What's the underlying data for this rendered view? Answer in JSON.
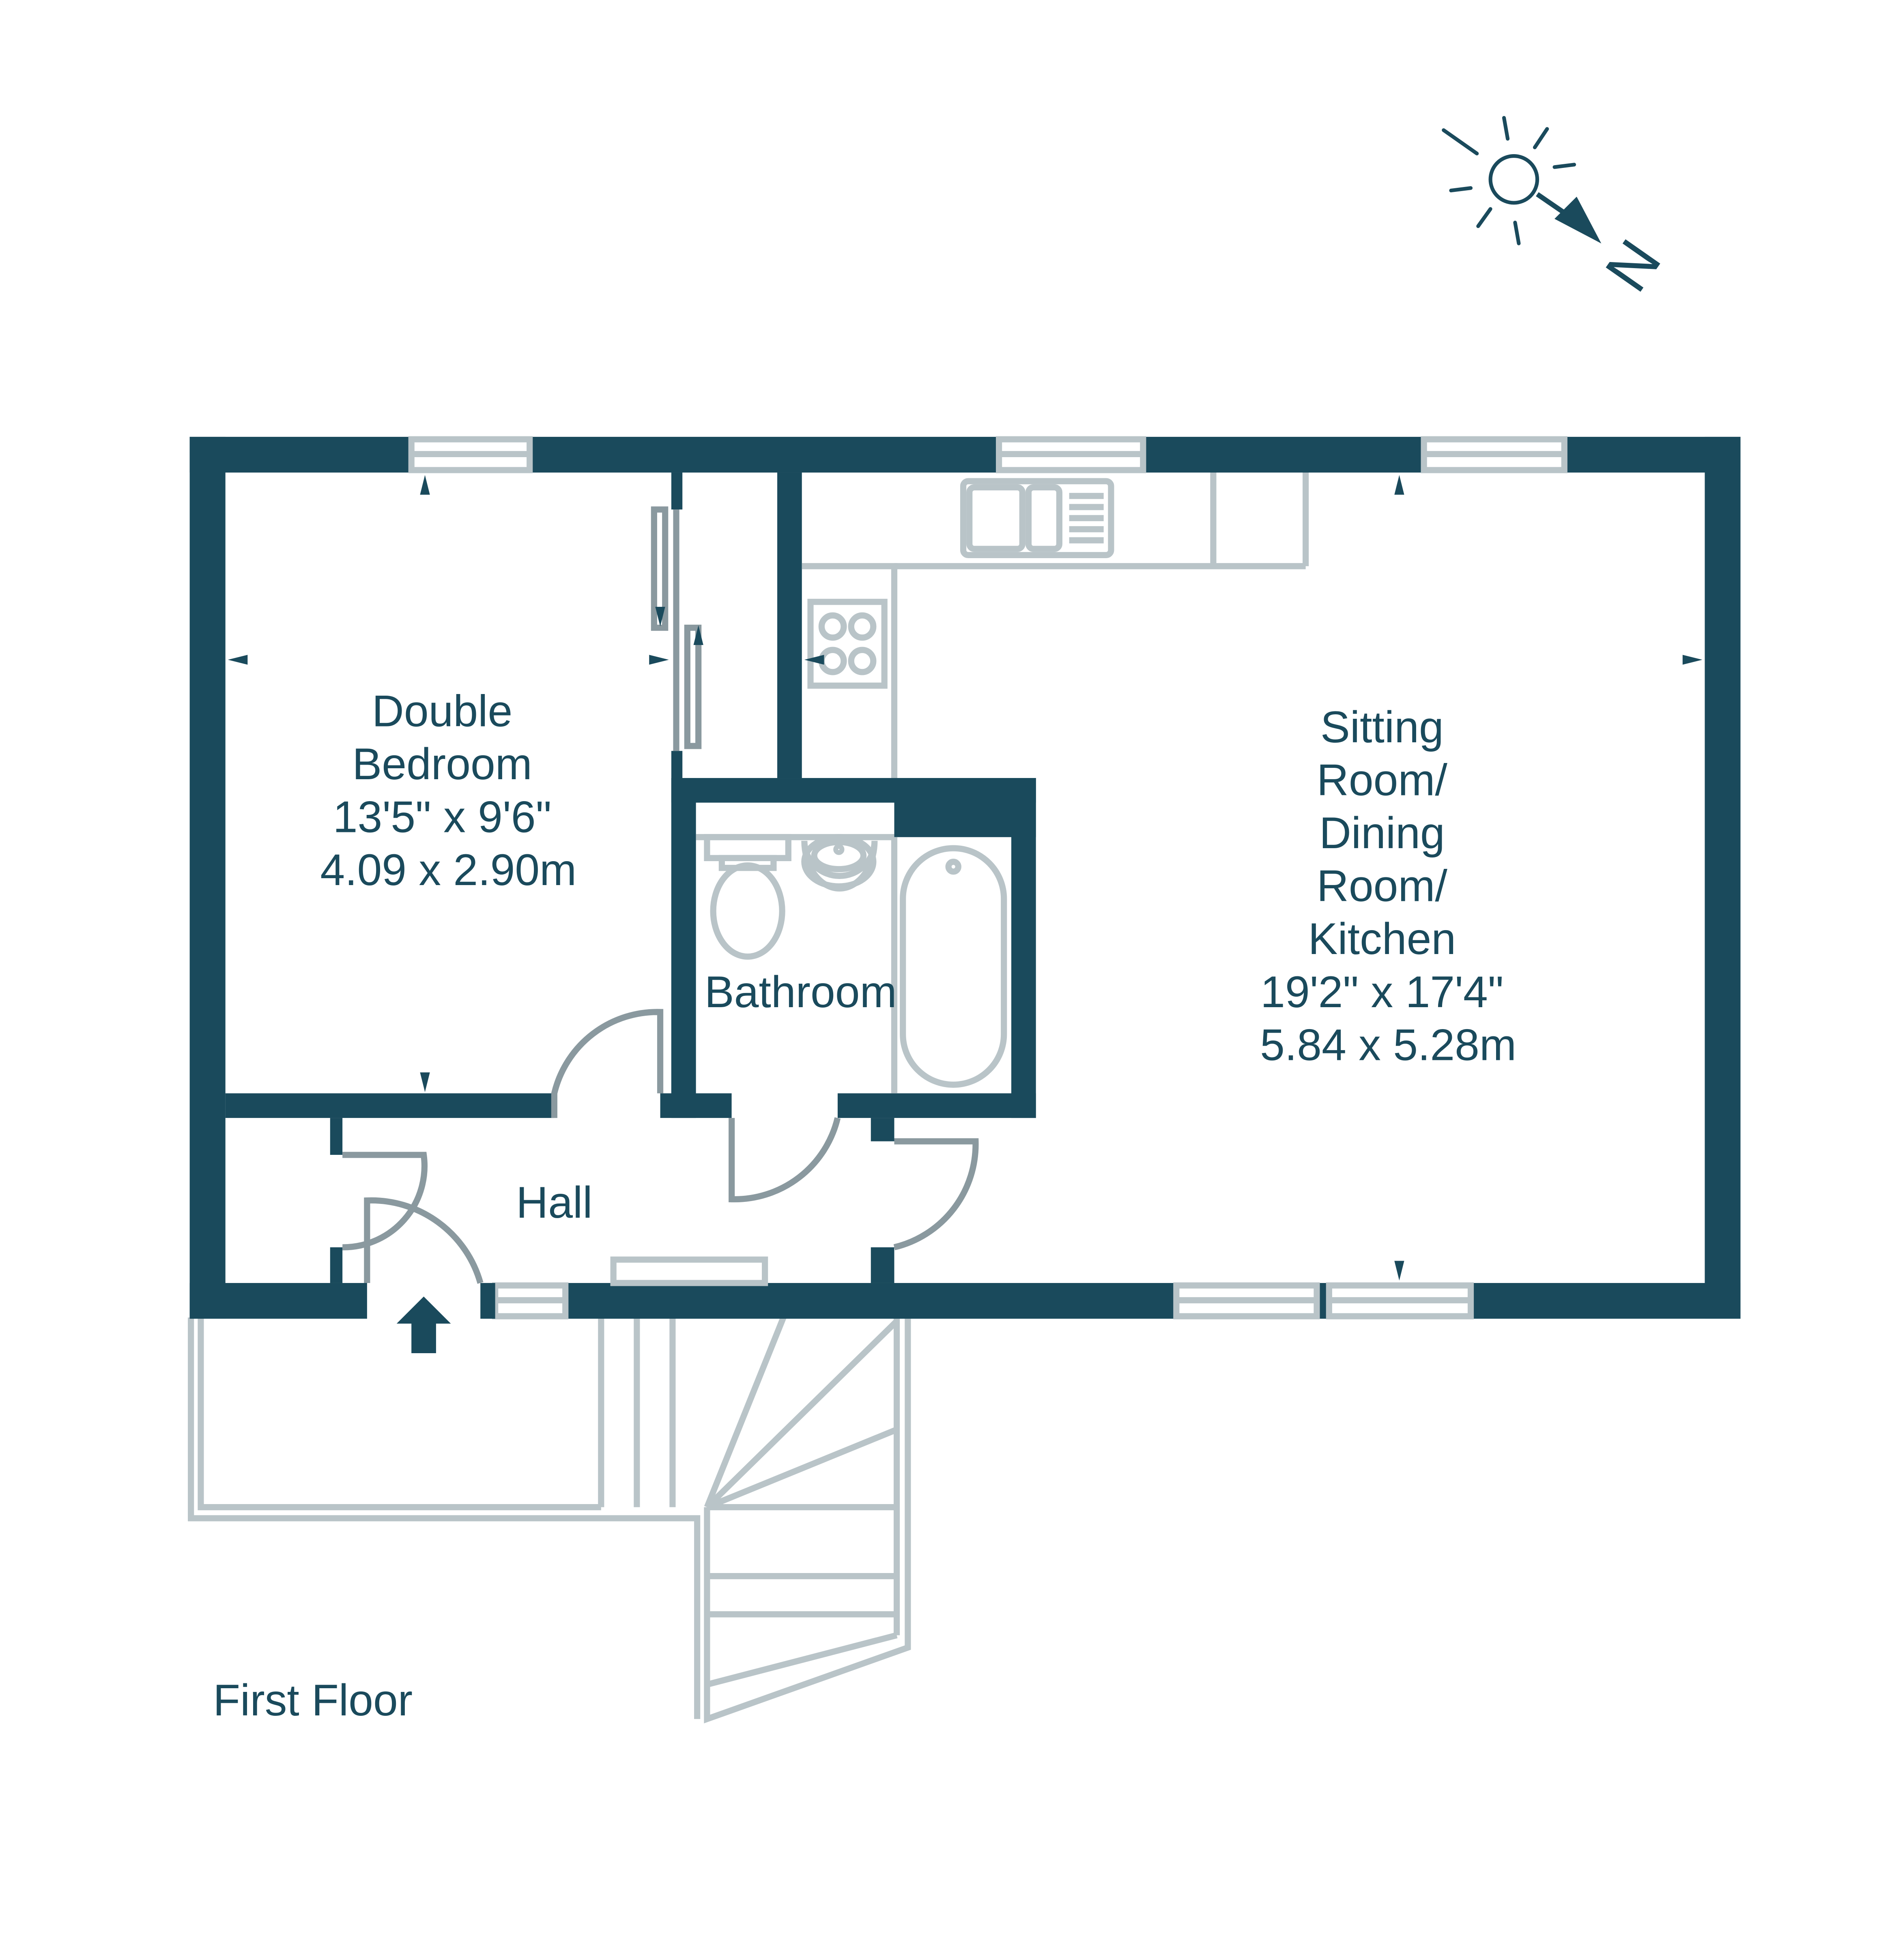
{
  "floor_label": "First Floor",
  "compass": {
    "north_label": "N"
  },
  "rooms": {
    "bedroom": {
      "lines": [
        "Double",
        "Bedroom",
        "13'5\" x 9'6\"",
        "4.09 x 2.90m"
      ]
    },
    "sitting": {
      "lines": [
        "Sitting",
        "Room/",
        "Dining",
        "Room/",
        "Kitchen",
        "19'2\" x 17'4\"",
        "5.84 x 5.28m"
      ]
    },
    "bathroom": {
      "lines": [
        "Bathroom"
      ]
    },
    "hall": {
      "lines": [
        "Hall"
      ]
    }
  },
  "colors": {
    "wall": "#1a4a5c",
    "fixture_line": "#b9c4c8"
  }
}
